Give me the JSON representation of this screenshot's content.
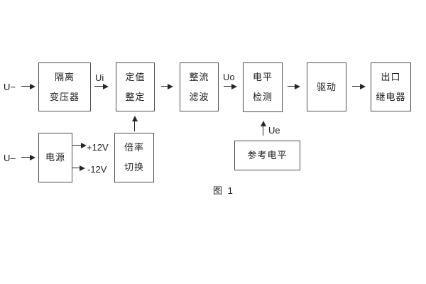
{
  "figure": {
    "caption": "图 1",
    "type": "relay-block-diagram",
    "colors": {
      "background": "#ffffff",
      "box_border": "#4d4d4d",
      "line": "#262626",
      "text": "#1d1d1d"
    }
  },
  "blocks": {
    "isolation_transformer": {
      "line1": "隔离",
      "line2": "变压器"
    },
    "setpoint_adjust": {
      "line1": "定值",
      "line2": "整定"
    },
    "rectifier_filter": {
      "line1": "整流",
      "line2": "滤波"
    },
    "level_detector": {
      "line1": "电平",
      "line2": "检测"
    },
    "driver": {
      "line1": "驱动"
    },
    "output_relay": {
      "line1": "出口",
      "line2": "继电器"
    },
    "power_supply": {
      "line1": "电源"
    },
    "ratio_switch": {
      "line1": "倍率",
      "line2": "切换"
    },
    "reference_level": {
      "line1": "参考电平"
    }
  },
  "signals": {
    "ac_input": "U~",
    "dc_input": "U–",
    "ui": "Ui",
    "uo": "Uo",
    "ue": "Ue",
    "rail_pos": "+12V",
    "rail_neg": "-12V"
  }
}
